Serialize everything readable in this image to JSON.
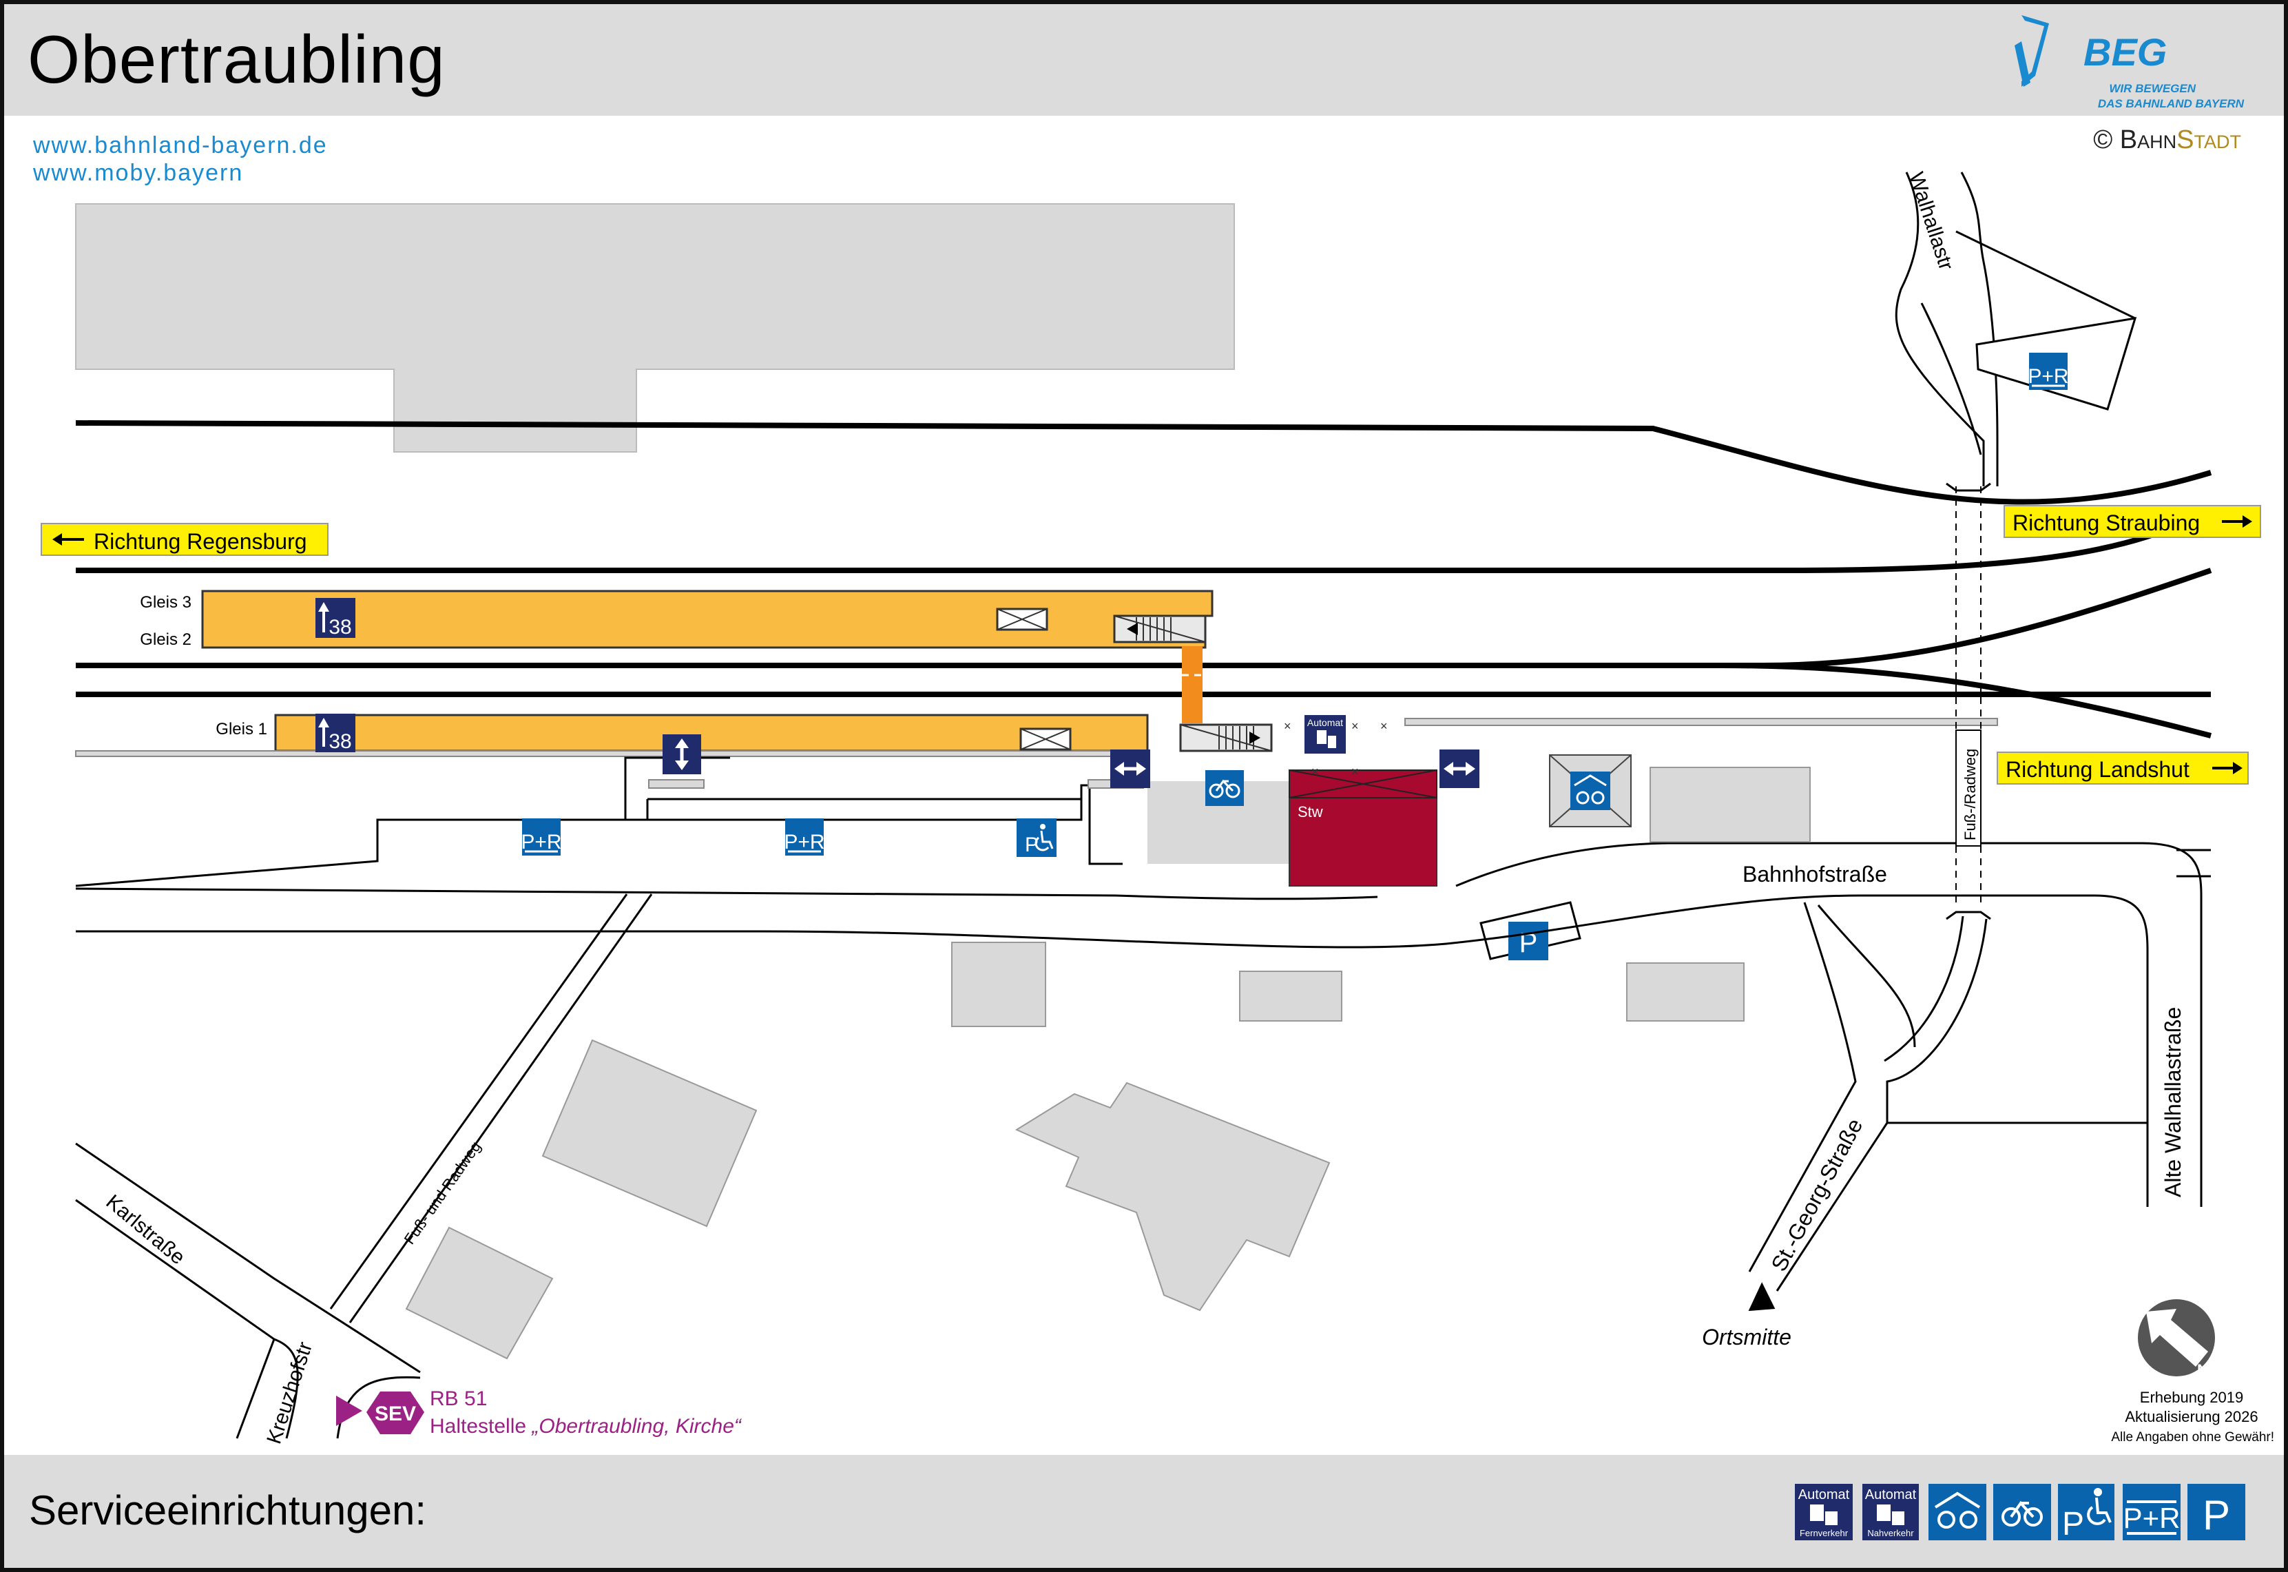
{
  "header": {
    "title": "Obertraubling",
    "urls": [
      "www.bahnland-bayern.de",
      "www.moby.bayern"
    ],
    "logo": {
      "brand": "BEG",
      "tagline_1": "WIR BEWEGEN",
      "tagline_2": "DAS BAHNLAND BAYERN"
    },
    "copyright_symbol": "©",
    "copyright_part1": "Bahn",
    "copyright_part2": "Stadt"
  },
  "directions": {
    "regensburg": "Richtung Regensburg",
    "straubing": "Richtung Straubing",
    "landshut": "Richtung Landshut"
  },
  "platforms": {
    "gleis3": "Gleis 3",
    "gleis2": "Gleis 2",
    "gleis1": "Gleis 1",
    "height_value": "38"
  },
  "labels": {
    "automat": "Automat",
    "stw": "Stw",
    "parkride": "P+R",
    "parking": "P",
    "fussweg_radweg": "Fuß-/Radweg",
    "fuss_und_radweg": "Fuß- und Radweg",
    "ortsmitte": "Ortsmitte"
  },
  "streets": {
    "walhallastr": "Walhallastr",
    "bahnhofstrasse": "Bahnhofstraße",
    "alte_walhallastrasse": "Alte Walhallastraße",
    "st_georg_strasse": "St.-Georg-Straße",
    "karlstrasse": "Karlstraße",
    "kreuzhofstr": "Kreuzhofstr"
  },
  "sev": {
    "badge": "SEV",
    "line": "RB 51",
    "stop_prefix": "Haltestelle ",
    "stop_name": "„Obertraubling, Kirche“"
  },
  "info": {
    "survey": "Erhebung 2019",
    "update": "Aktualisierung 2026",
    "disclaimer": "Alle Angaben ohne Gewähr!"
  },
  "footer": {
    "title": "Serviceeinrichtungen:",
    "legend": [
      {
        "icon": "ticket-machine-long-distance-icon",
        "top": "Automat",
        "bottom": "Fernverkehr"
      },
      {
        "icon": "ticket-machine-regional-icon",
        "top": "Automat",
        "bottom": "Nahverkehr"
      },
      {
        "icon": "covered-bike-parking-icon"
      },
      {
        "icon": "bike-parking-icon"
      },
      {
        "icon": "accessible-parking-icon",
        "text": "P"
      },
      {
        "icon": "park-and-ride-icon",
        "text": "P+R"
      },
      {
        "icon": "parking-icon",
        "text": "P"
      }
    ]
  },
  "colors": {
    "platform": "#f9bb42",
    "building": "#d9d9d9",
    "stellwerk": "#a8092f",
    "underpass": "#f28c1c",
    "icon_blue": "#0a64ad",
    "icon_navy": "#1f2b6b",
    "direction_box": "#ffef00",
    "sev": "#9b2185"
  }
}
